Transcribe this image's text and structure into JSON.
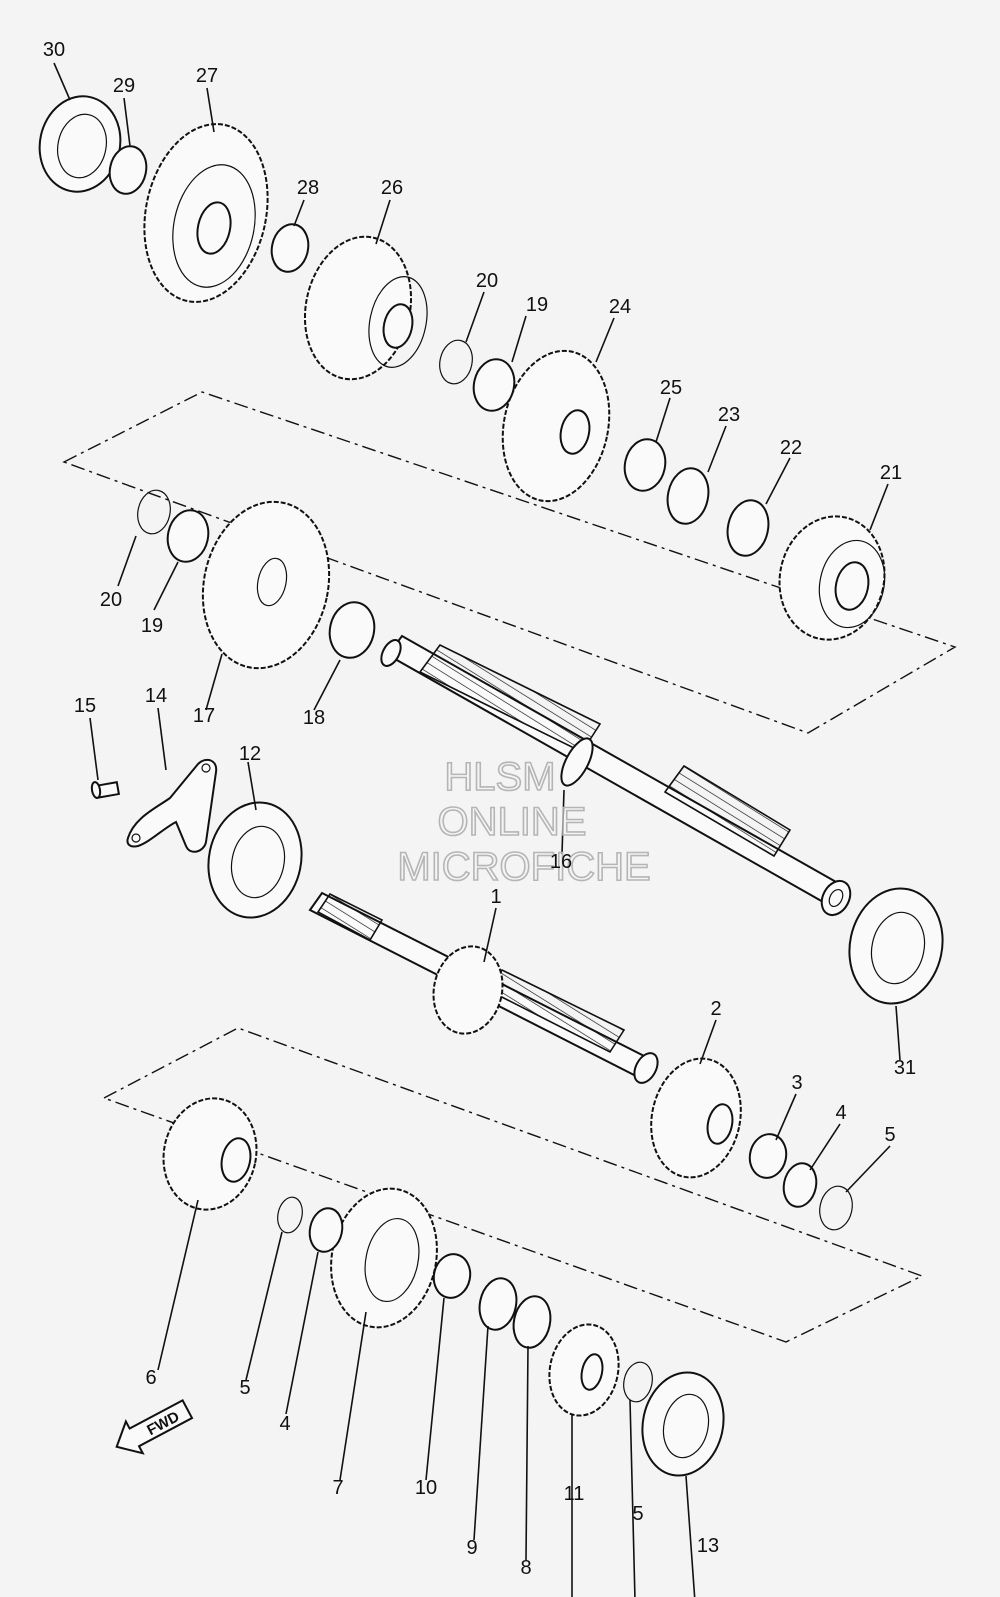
{
  "callouts": [
    {
      "id": "c30",
      "text": "30"
    },
    {
      "id": "c29",
      "text": "29"
    },
    {
      "id": "c27",
      "text": "27"
    },
    {
      "id": "c28",
      "text": "28"
    },
    {
      "id": "c26",
      "text": "26"
    },
    {
      "id": "c20a",
      "text": "20"
    },
    {
      "id": "c19a",
      "text": "19"
    },
    {
      "id": "c24",
      "text": "24"
    },
    {
      "id": "c25",
      "text": "25"
    },
    {
      "id": "c23",
      "text": "23"
    },
    {
      "id": "c22",
      "text": "22"
    },
    {
      "id": "c21",
      "text": "21"
    },
    {
      "id": "c20b",
      "text": "20"
    },
    {
      "id": "c19b",
      "text": "19"
    },
    {
      "id": "c17",
      "text": "17"
    },
    {
      "id": "c18",
      "text": "18"
    },
    {
      "id": "c15",
      "text": "15"
    },
    {
      "id": "c14",
      "text": "14"
    },
    {
      "id": "c12",
      "text": "12"
    },
    {
      "id": "c16",
      "text": "16"
    },
    {
      "id": "c1",
      "text": "1"
    },
    {
      "id": "c31",
      "text": "31"
    },
    {
      "id": "c2",
      "text": "2"
    },
    {
      "id": "c3",
      "text": "3"
    },
    {
      "id": "c4a",
      "text": "4"
    },
    {
      "id": "c5a",
      "text": "5"
    },
    {
      "id": "c6",
      "text": "6"
    },
    {
      "id": "c5b",
      "text": "5"
    },
    {
      "id": "c4b",
      "text": "4"
    },
    {
      "id": "c7",
      "text": "7"
    },
    {
      "id": "c10",
      "text": "10"
    },
    {
      "id": "c9",
      "text": "9"
    },
    {
      "id": "c8",
      "text": "8"
    },
    {
      "id": "c11",
      "text": "11"
    },
    {
      "id": "c5c",
      "text": "5"
    },
    {
      "id": "c13",
      "text": "13"
    }
  ],
  "watermark": [
    "HLSM",
    "ONLINE",
    "MICROFICHE"
  ],
  "fwd_label": "FWD",
  "colors": {
    "line": "#111111",
    "watermark": "#b5b5b5",
    "background": "#f4f4f4"
  }
}
